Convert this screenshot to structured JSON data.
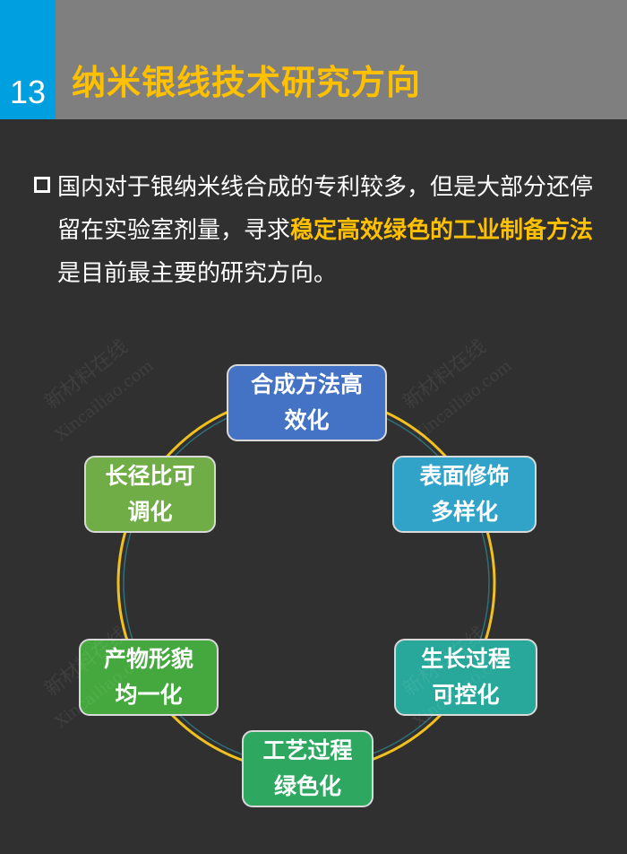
{
  "slide": {
    "number": "13",
    "title": "纳米银线技术研究方向"
  },
  "paragraph": {
    "before": "国内对于银纳米线合成的专利较多，但是大部分还停留在实验室剂量，寻求",
    "highlight": "稳定高效绿色的工业制备方法",
    "after": "是目前最主要的研究方向。"
  },
  "cycle": {
    "nodes": [
      {
        "line1": "合成方法高",
        "line2": "效化",
        "color": "#4472c4"
      },
      {
        "line1": "表面修饰",
        "line2": "多样化",
        "color": "#31a2c8"
      },
      {
        "line1": "生长过程",
        "line2": "可控化",
        "color": "#27a89a"
      },
      {
        "line1": "工艺过程",
        "line2": "绿色化",
        "color": "#2ea860"
      },
      {
        "line1": "产物形貌",
        "line2": "均一化",
        "color": "#44a83e"
      },
      {
        "line1": "长径比可",
        "line2": "调化",
        "color": "#70ad47"
      }
    ],
    "ring_color": "#f0c020"
  },
  "watermark": {
    "cn": "新材料在线",
    "en": "Xincailiao.com"
  }
}
